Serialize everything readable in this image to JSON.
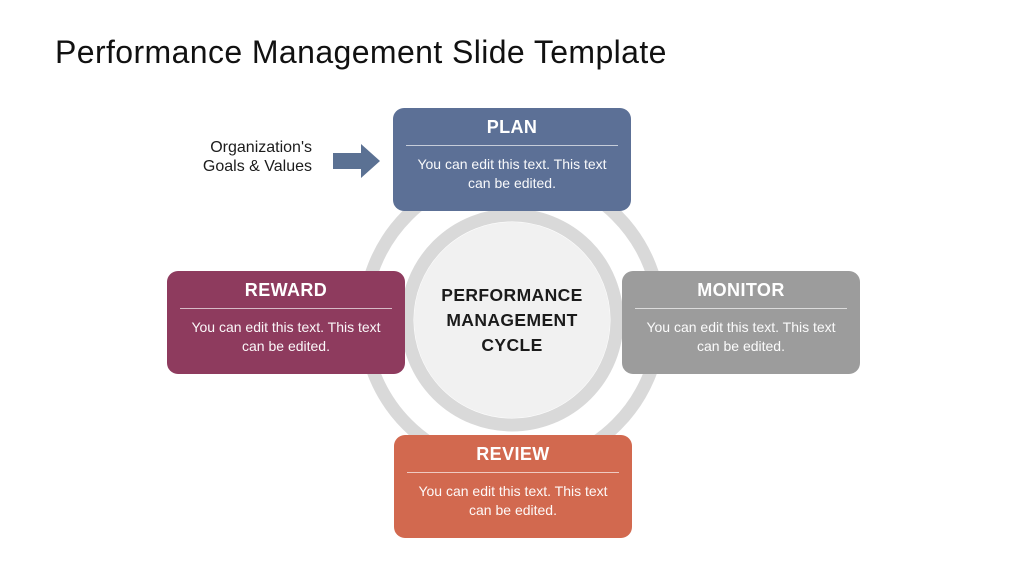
{
  "slide": {
    "title": "Performance Management Slide Template"
  },
  "annotation": {
    "line1": "Organization's",
    "line2": "Goals & Values"
  },
  "center": {
    "line1": "PERFORMANCE",
    "line2": "MANAGEMENT",
    "line3": "CYCLE"
  },
  "stages": [
    {
      "id": "plan",
      "title": "PLAN",
      "body": "You can edit this text. This text can be edited.",
      "color": "#5c7096"
    },
    {
      "id": "monitor",
      "title": "MONITOR",
      "body": "You can edit this text. This text can be edited.",
      "color": "#9c9c9c"
    },
    {
      "id": "review",
      "title": "REVIEW",
      "body": "You can edit this text. This text can be edited.",
      "color": "#d2694f"
    },
    {
      "id": "reward",
      "title": "REWARD",
      "body": "You can edit this text. This text can be edited.",
      "color": "#8e3b5e"
    }
  ],
  "colors": {
    "background": "#ffffff",
    "title_text": "#111111",
    "ring": "#d9d9d9",
    "center_fill": "#f1f1f1",
    "center_text": "#1b1b1b",
    "arrow": "#5b7193",
    "annotation_text": "#1c1c1c"
  }
}
